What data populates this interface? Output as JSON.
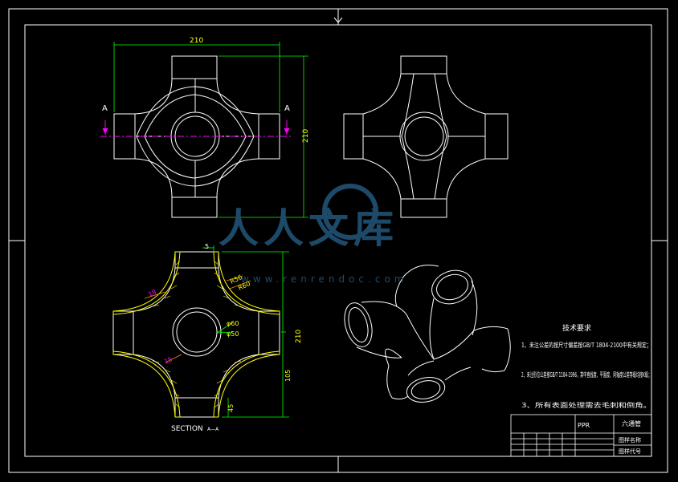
{
  "colors": {
    "background": "#000000",
    "outline": "#ffffff",
    "dimension": "#00ff00",
    "dimension_text": "#ffff00",
    "section_mark": "#ff00ff",
    "hatch": "#ffff00",
    "centerline": "#ff4444",
    "inner_dim": "#ff8800",
    "watermark": "#1e4a6a"
  },
  "views": {
    "top": {
      "dim_width": "210",
      "dim_height": "210",
      "section_left": "A",
      "section_right": "A"
    },
    "section": {
      "dim_wall": "5",
      "dim_r56": "R56",
      "dim_r60": "R60",
      "dim_d60": "φ60",
      "dim_d50": "φ50",
      "dim_height": "210",
      "dim_half": "105",
      "dim_end": "45",
      "dim_side_a": "18",
      "dim_side_b": "15",
      "title": "SECTION",
      "title_suffix": "A—A"
    }
  },
  "watermark": {
    "big_text": "人人文库",
    "url": "www.renrendoc.com"
  },
  "notes": {
    "title": "技术要求",
    "items": [
      "1、未注公差的按尺寸偏差按GB/T 1804-2100中有关规定；",
      "2、未注形位公差按GB/T 1184-1996，其中直线度、平面度、同轴度公差等级均按K级；",
      "3、所有表面处理需去毛刺和倒角。"
    ]
  },
  "title_block": {
    "material": "PPR",
    "part_name": "六通管",
    "drawing_name_label": "图样名称",
    "drawing_code_label": "图样代号"
  }
}
